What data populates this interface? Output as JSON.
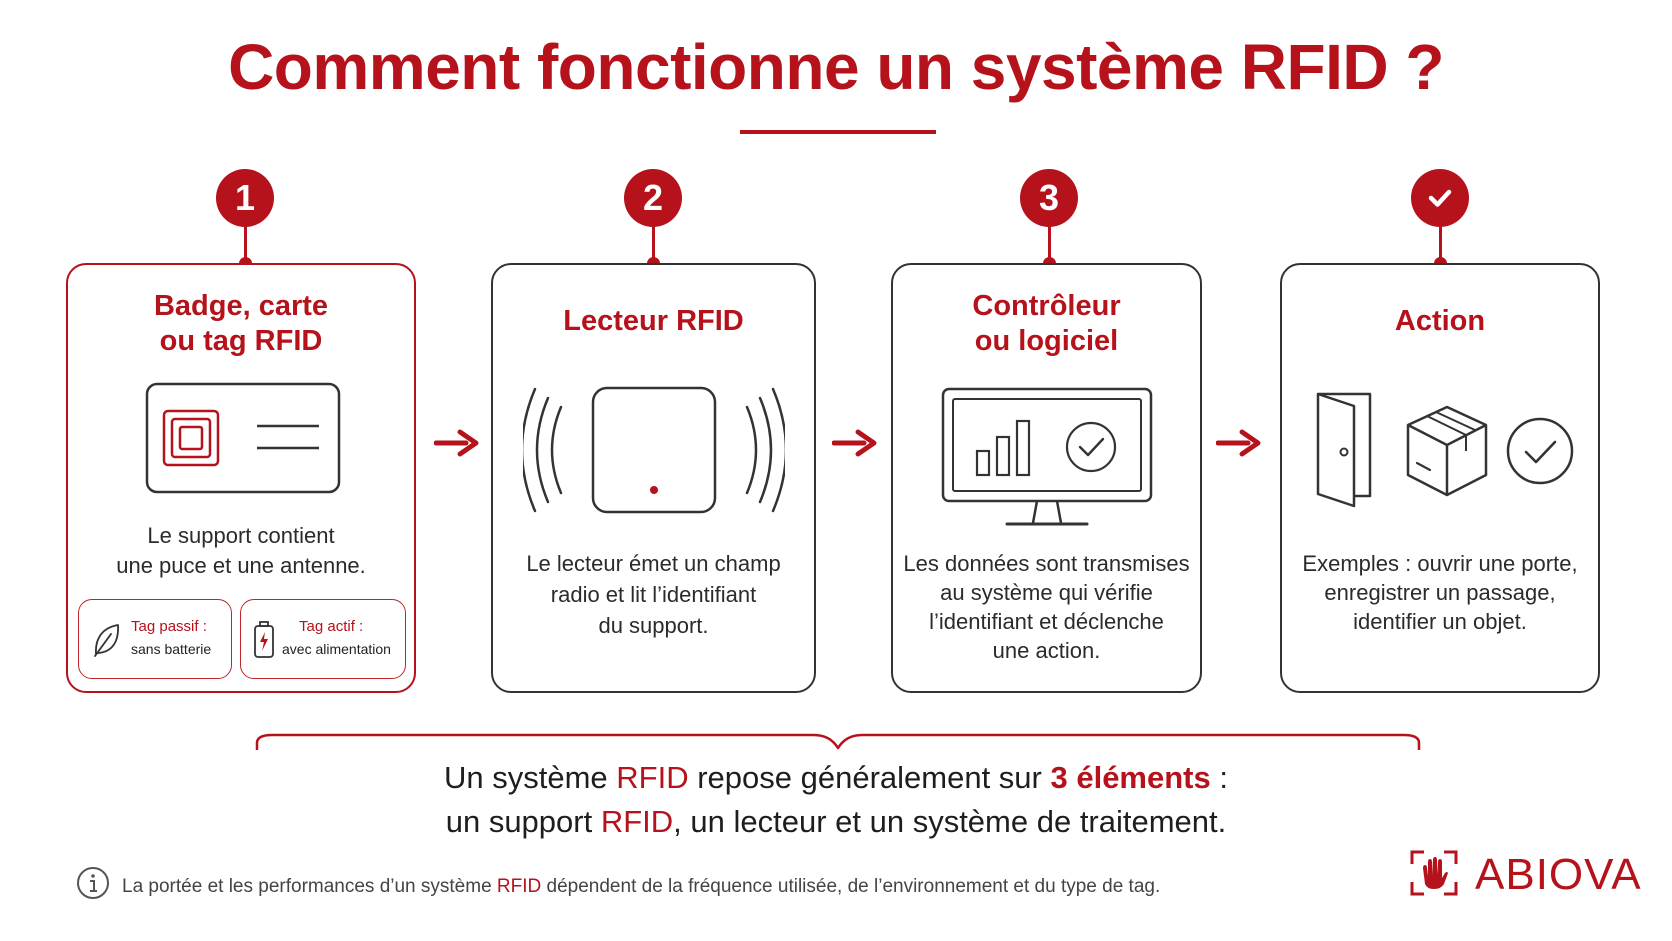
{
  "title": "Comment fonctionne un système RFID ?",
  "steps": [
    {
      "badge": "1",
      "title_line1": "Badge, carte",
      "title_line2": "ou tag RFID",
      "text_line1": "Le support contient",
      "text_line2": "une puce et une antenne."
    },
    {
      "badge": "2",
      "title": "Lecteur RFID",
      "text_line1": "Le lecteur émet un champ",
      "text_line2": "radio et lit l’identifiant",
      "text_line3": "du support."
    },
    {
      "badge": "3",
      "title_line1": "Contrôleur",
      "title_line2": "ou logiciel",
      "text_line1": "Les données sont transmises",
      "text_line2": "au système qui vérifie",
      "text_line3": "l’identifiant et déclenche",
      "text_line4": "une action."
    },
    {
      "badge_icon": "checkmark-icon",
      "title": "Action",
      "text_line1": "Exemples : ouvrir une porte,",
      "text_line2": "enregistrer un passage,",
      "text_line3": "identifier un objet."
    }
  ],
  "tags": {
    "passive": {
      "title": "Tag passif :",
      "subtitle": "sans batterie",
      "icon": "leaf-icon"
    },
    "active": {
      "title": "Tag actif :",
      "subtitle": "avec alimentation",
      "icon": "battery-icon"
    }
  },
  "summary": {
    "l1a": "Un système ",
    "l1b": "RFID",
    "l1c": " repose généralement sur ",
    "l1d": "3 éléments",
    "l1e": " :",
    "l2a": "un support ",
    "l2b": "RFID",
    "l2c": ", un lecteur et un système de traitement."
  },
  "footnote": {
    "a": "La portée et les performances d’un système ",
    "b": "RFID",
    "c": " dépendent de la fréquence utilisée, de l’environnement et du type de tag."
  },
  "brand": "ABIOVA",
  "colors": {
    "accent": "#b5121b",
    "text": "#2b2b2b",
    "border": "#333333"
  }
}
